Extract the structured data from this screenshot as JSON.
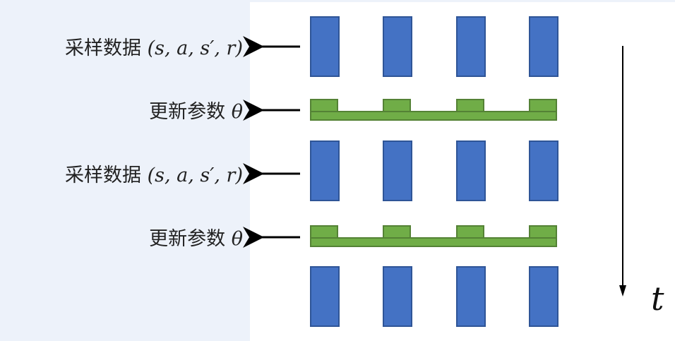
{
  "rows": [
    {
      "type": "sample",
      "label": "采样数据",
      "math": "(s, a, s′, r)"
    },
    {
      "type": "update",
      "label": "更新参数",
      "math": "θ"
    },
    {
      "type": "sample",
      "label": "采样数据",
      "math": "(s, a, s′, r)"
    },
    {
      "type": "update",
      "label": "更新参数",
      "math": "θ"
    }
  ],
  "time_axis_label": "t",
  "colors": {
    "sample": "#4472c4",
    "update": "#70ad47",
    "update_border": "#548235",
    "sample_border": "#2f5597"
  }
}
